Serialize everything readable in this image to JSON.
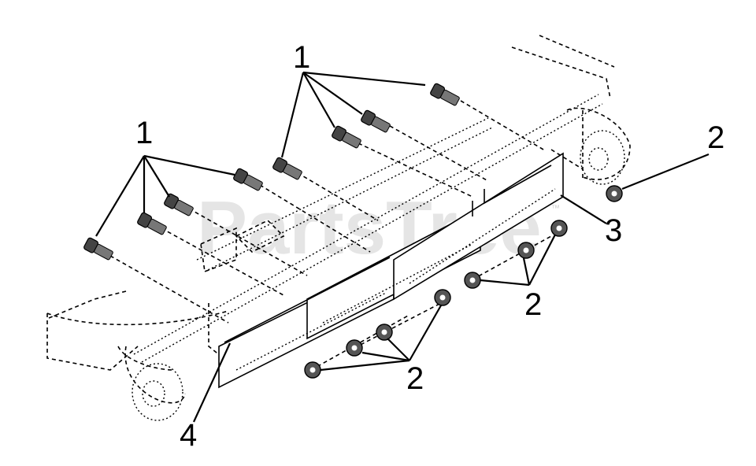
{
  "diagram": {
    "watermark": "PartsTree",
    "trademark": "™",
    "callouts": {
      "c1_top": "1",
      "c1_left": "1",
      "c2_right": "2",
      "c2_mid": "2",
      "c2_bottom": "2",
      "c3": "3",
      "c4": "4"
    }
  }
}
